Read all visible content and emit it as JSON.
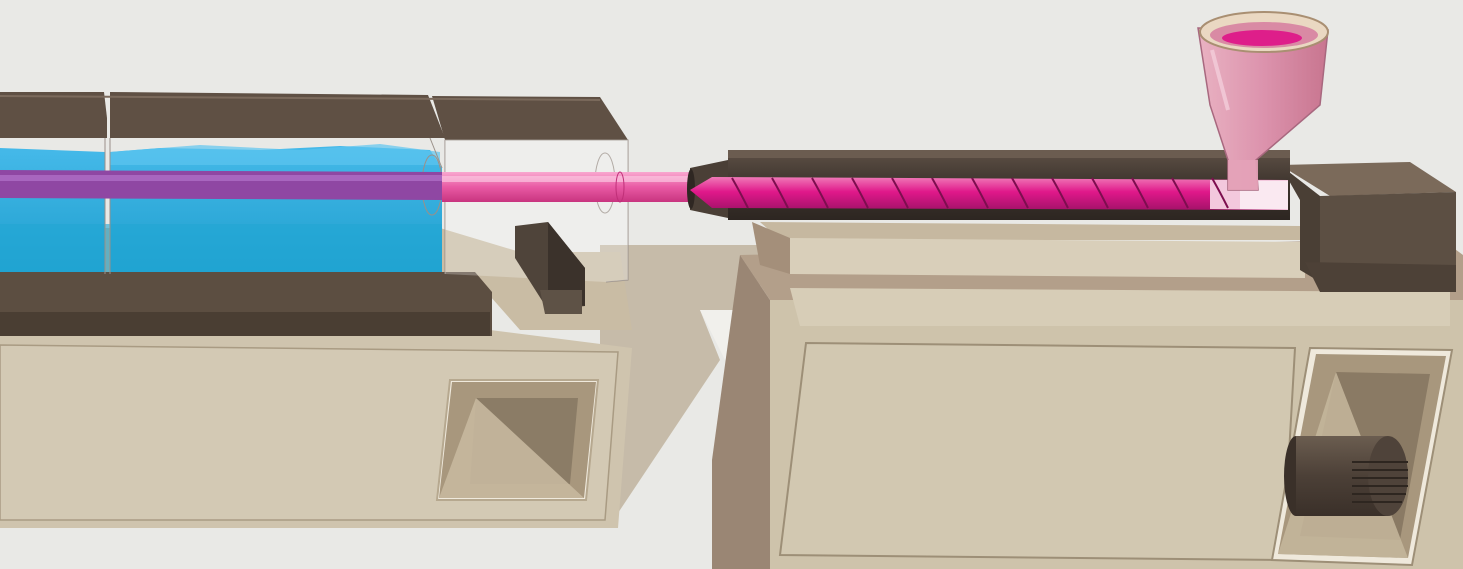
{
  "diagram": {
    "components": [
      {
        "id": "cooling-water-bath",
        "icon": "water-tank-icon"
      },
      {
        "id": "extrudate-tube",
        "icon": "pipe-icon"
      },
      {
        "id": "extruder-barrel",
        "icon": "barrel-icon"
      },
      {
        "id": "extrusion-screw",
        "icon": "screw-icon"
      },
      {
        "id": "feed-hopper",
        "icon": "hopper-icon"
      },
      {
        "id": "drive-motor",
        "icon": "motor-icon"
      }
    ],
    "colors": {
      "background": "#e9e9e6",
      "machine_body": "#cfc4ae",
      "machine_side": "#9b8775",
      "dark_housing": "#5b4e42",
      "water": "#29a6dc",
      "polymer": "#e11f8a",
      "hopper": "#d98ea8"
    }
  }
}
